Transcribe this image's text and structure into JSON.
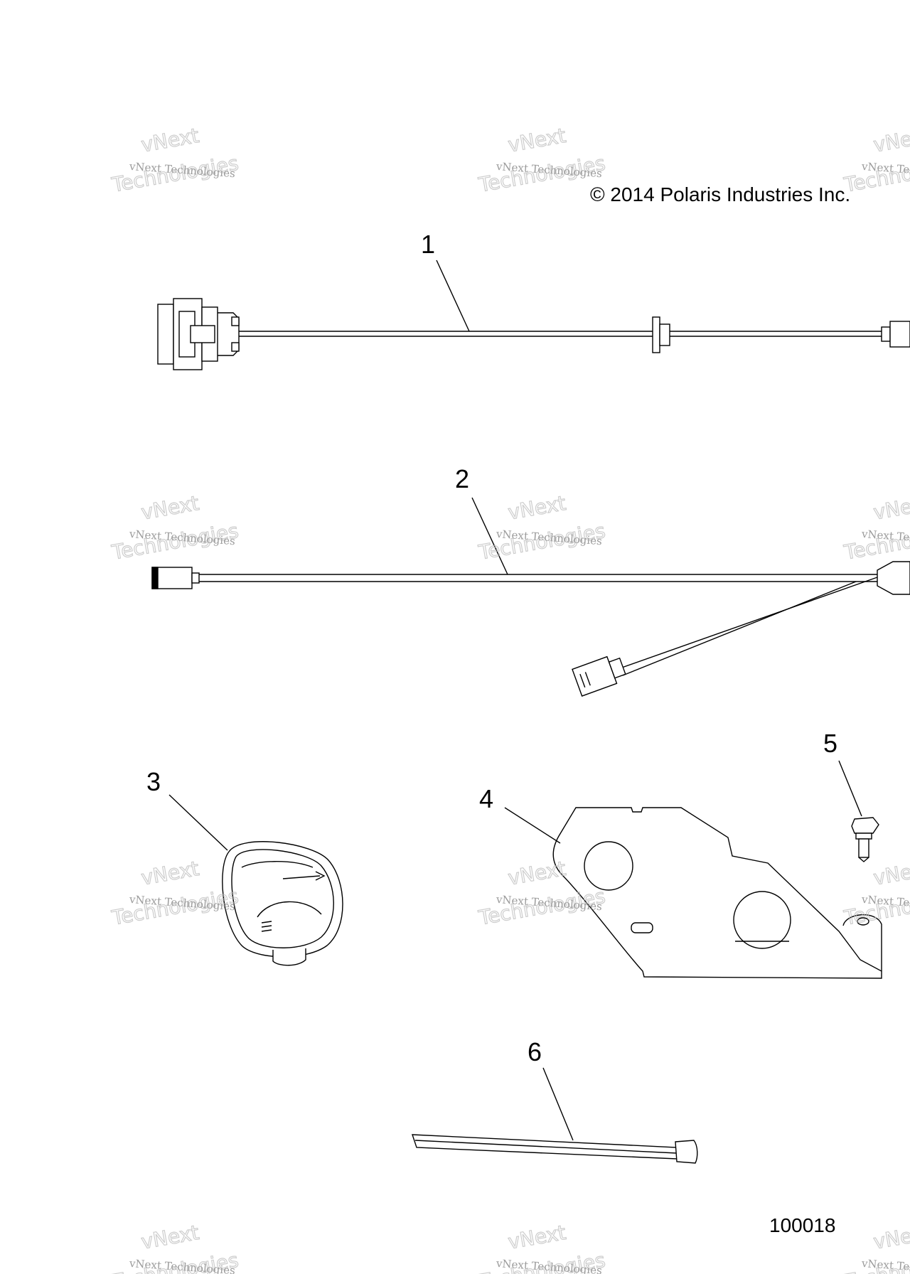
{
  "copyright": "© 2014 Polaris Industries Inc.",
  "figure_number": "100018",
  "callouts": [
    "1",
    "2",
    "3",
    "4",
    "5",
    "6"
  ],
  "watermark": {
    "small": "vNext Technologies",
    "large": "vNext Technologies"
  }
}
